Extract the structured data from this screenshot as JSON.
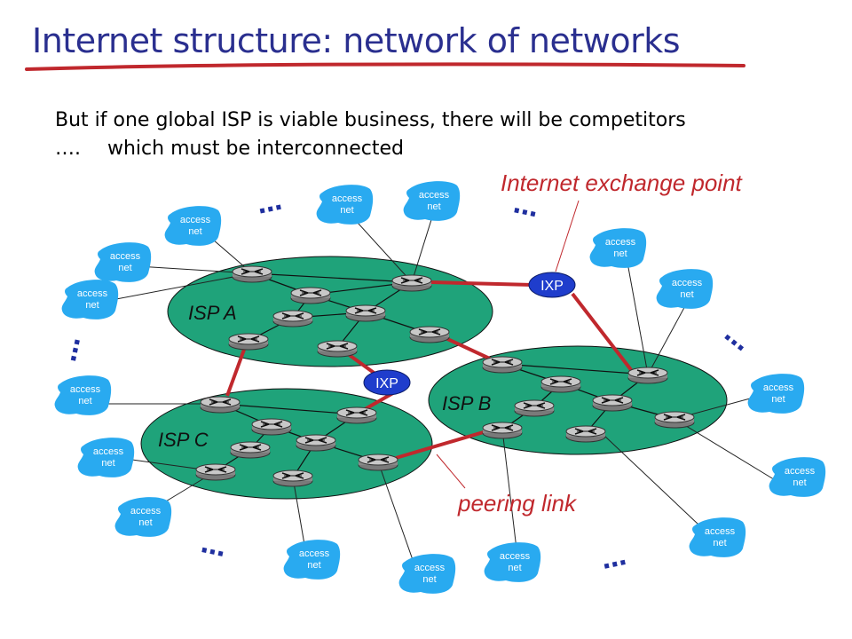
{
  "title": "Internet structure: network of networks",
  "subtitle": {
    "line1": "But if one global ISP is viable business, there will be competitors",
    "line2_prefix": "….",
    "line2": "which must be interconnected"
  },
  "labels": {
    "ixp_callout": "Internet exchange point",
    "peering_callout": "peering link",
    "isp_a": "ISP A",
    "isp_b": "ISP B",
    "isp_c": "ISP C",
    "ixp": "IXP",
    "access_line1": "access",
    "access_line2": "net",
    "ellipsis": "…"
  },
  "colors": {
    "title": "#2a2f8f",
    "accent_red": "#c0282d",
    "isp_fill": "#1fa37a",
    "access_blue": "#29aaf0",
    "ixp_blue": "#1f3dcc",
    "ellipsis_blue": "#1f2f9f"
  }
}
